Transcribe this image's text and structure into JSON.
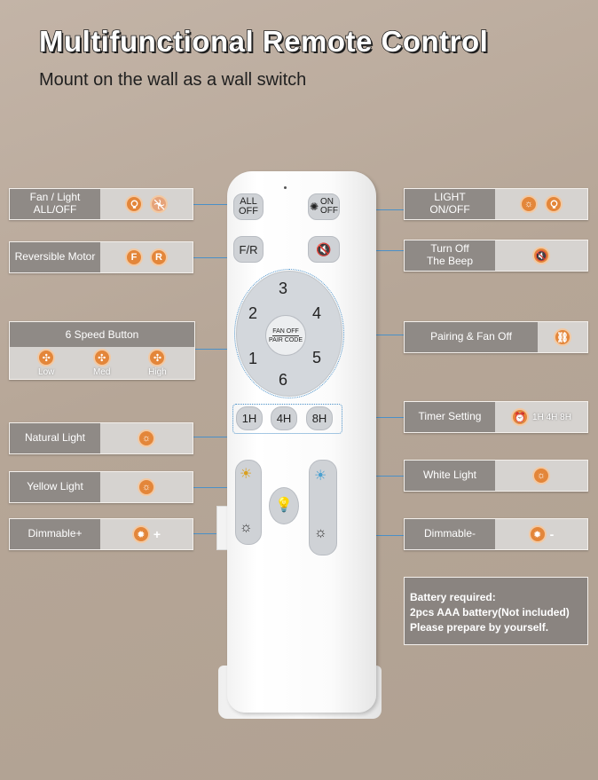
{
  "header": {
    "title": "Multifunctional Remote Control",
    "subtitle": "Mount on the wall as a wall switch"
  },
  "labels": {
    "fan_light": "Fan / Light\nALL/OFF",
    "reversible": "Reversible Motor",
    "reversible_f": "F",
    "reversible_r": "R",
    "six_speed": "6 Speed Button",
    "speed_low": "Low",
    "speed_med": "Med",
    "speed_high": "High",
    "natural": "Natural Light",
    "yellow": "Yellow Light",
    "dim_plus": "Dimmable+",
    "dim_plus_sign": "+",
    "light_onoff": "LIGHT\nON/OFF",
    "turn_off_beep": "Turn Off\nThe Beep",
    "pairing": "Pairing & Fan Off",
    "timer": "Timer Setting",
    "timer_values": "1H 4H 8H",
    "white": "White Light",
    "dim_minus": "Dimmable-",
    "dim_minus_sign": "-"
  },
  "battery": {
    "line1": "Battery required:",
    "line2": "2pcs AAA battery(Not included)",
    "line3": "Please prepare by yourself."
  },
  "remote": {
    "all_off": "ALL\nOFF",
    "on_off": "ON\nOFF",
    "fr": "F/R",
    "speeds": [
      "3",
      "4",
      "5",
      "6",
      "1",
      "2"
    ],
    "hub_top": "FAN OFF",
    "hub_bottom": "PAIR CODE",
    "t1": "1H",
    "t4": "4H",
    "t8": "8H"
  },
  "colors": {
    "accent": "#e3863a",
    "label_dark": "#8f8a86",
    "label_light": "#d6d3d0",
    "connector": "#4a90c8"
  }
}
